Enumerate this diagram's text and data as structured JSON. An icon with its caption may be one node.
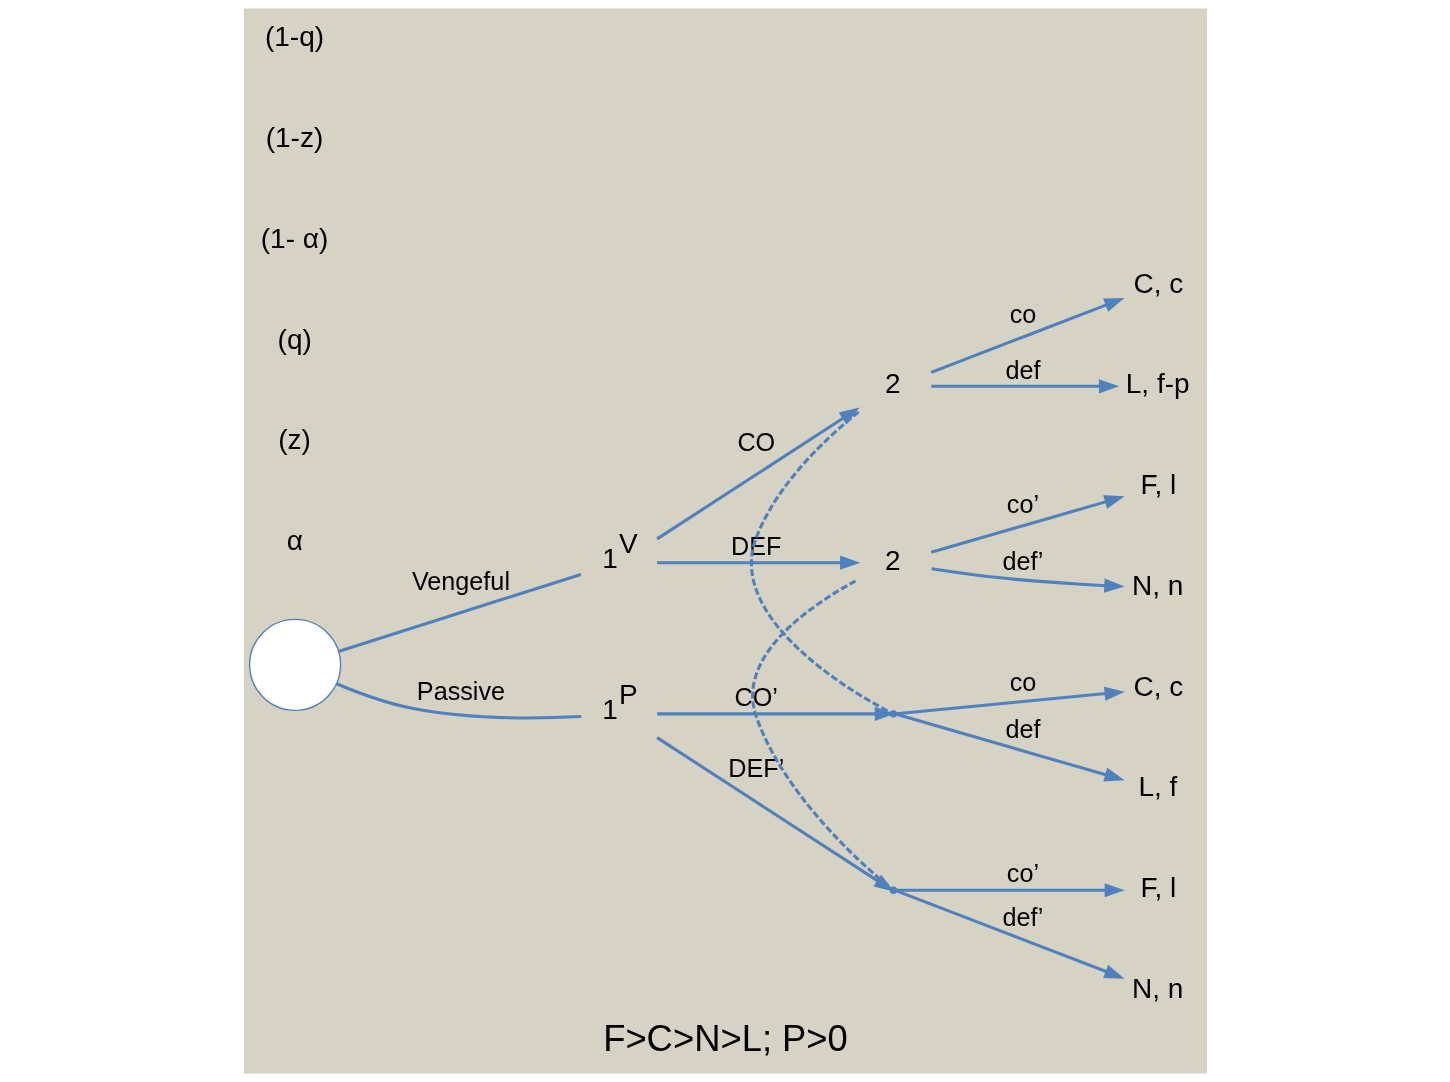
{
  "diagram": {
    "caption": "F>C>N>L; P>0",
    "nodes": [
      {
        "text": [],
        "shape": "circle"
      },
      {
        "text": [
          "1$^{V}$"
        ]
      },
      {
        "text": [
          "1$^{P}$"
        ]
      },
      {
        "text": [
          "2"
        ]
      },
      {
        "text": [
          "2"
        ]
      },
      {
        "text": [],
        "shape": "point"
      },
      {
        "text": [],
        "shape": "point"
      },
      {
        "text": [
          "C, c"
        ]
      },
      {
        "text": [
          "L, f-p"
        ]
      },
      {
        "text": [
          "F, l"
        ]
      },
      {
        "text": [
          "N, n"
        ]
      },
      {
        "text": [
          "C, c"
        ]
      },
      {
        "text": [
          "L, f"
        ]
      },
      {
        "text": [
          "F, l"
        ]
      },
      {
        "text": [
          "N, n"
        ]
      }
    ],
    "edges": [
      {
        "from": 0,
        "to": 1,
        "arrow": "none",
        "label": "Vengeful"
      },
      {
        "from": 0,
        "to": 2,
        "arrow": "none",
        "label": "Passive"
      },
      {
        "from": 1,
        "to": 3,
        "arrow": "to",
        "label": "CO"
      },
      {
        "from": 1,
        "to": 4,
        "arrow": "to",
        "label": "DEF"
      },
      {
        "from": 2,
        "to": 5,
        "arrow": "to",
        "label": "CO’"
      },
      {
        "from": 2,
        "to": 6,
        "arrow": "to",
        "label": "DEF’"
      },
      {
        "from": 3,
        "to": 5,
        "arrow": "none",
        "style": "dashed"
      },
      {
        "from": 4,
        "to": 6,
        "arrow": "none",
        "style": "dashed"
      },
      {
        "from": 3,
        "to": 7,
        "arrow": "to",
        "label": "co"
      },
      {
        "from": 3,
        "to": 8,
        "arrow": "to",
        "label": "def"
      },
      {
        "from": 4,
        "to": 9,
        "arrow": "to",
        "label": "co’"
      },
      {
        "from": 4,
        "to": 10,
        "arrow": "to",
        "label": "def’"
      },
      {
        "from": 5,
        "to": 11,
        "arrow": "to",
        "label": "co"
      },
      {
        "from": 5,
        "to": 12,
        "arrow": "to",
        "label": "def"
      },
      {
        "from": 6,
        "to": 13,
        "arrow": "to",
        "label": "co’"
      },
      {
        "from": 6,
        "to": 14,
        "arrow": "to",
        "label": "def’"
      }
    ],
    "labels": [
      "α",
      "(z)",
      "(q)",
      "(1- α)",
      "(1-z)",
      "(1-q)"
    ]
  }
}
